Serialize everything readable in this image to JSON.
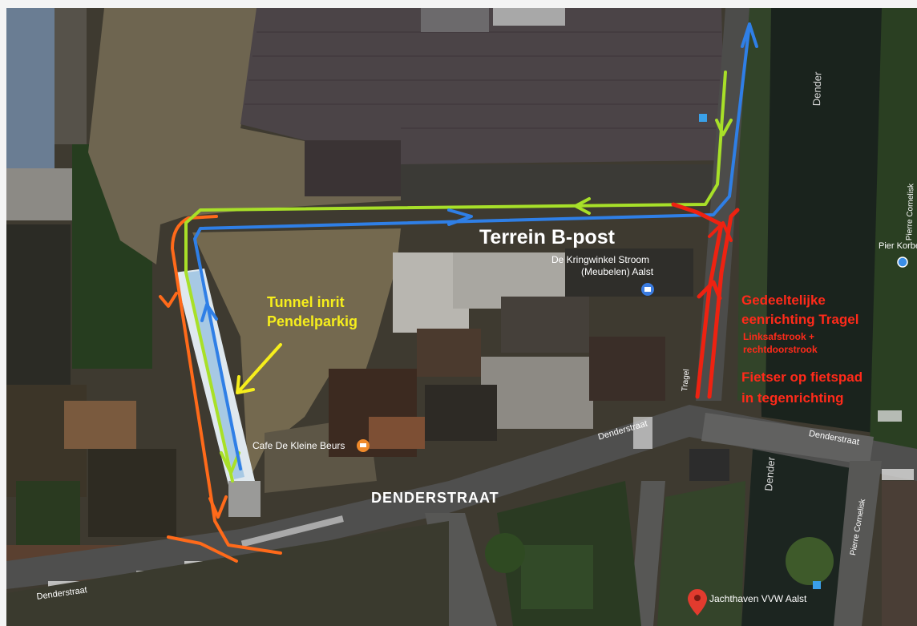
{
  "annotations": {
    "terrain_title": "Terrein B-post",
    "tunnel_line1": "Tunnel inrit",
    "tunnel_line2": "Pendelparkig",
    "oneway_line1": "Gedeeltelijke",
    "oneway_line2": "eenrichting Tragel",
    "lanes_line1": "Linksafstrook +",
    "lanes_line2": "rechtdoorstrook",
    "cyclist_line1": "Fietser op fietspad",
    "cyclist_line2": "in tegenrichting",
    "street_main": "DENDERSTRAAT"
  },
  "map_labels": {
    "kringwinkel_line1": "De Kringwinkel Stroom",
    "kringwinkel_line2": "(Meubelen) Aalst",
    "cafe": "Cafe De Kleine Beurs",
    "jachthaven": "Jachthaven VVW Aalst",
    "dender_top": "Dender",
    "dender_bottom": "Dender",
    "denderstraat_center": "Denderstraat",
    "denderstraat_right": "Denderstraat",
    "denderstraat_left": "Denderstraat",
    "tragel": "Tragel",
    "pier_top": "Pier Korbeel",
    "pier_right": "Pierre Cornelisk",
    "pier_bottom": "Pierre Cornelisk"
  },
  "colors": {
    "route_blue": "#2f7fe6",
    "route_yellowgreen": "#a8e028",
    "route_orange": "#ff6a1a",
    "route_red": "#ee2211",
    "annotation_yellow": "#f6ee1c",
    "annotation_red": "#ff2a1a",
    "water": "#1a231d"
  },
  "icons": [
    "map-pin-icon",
    "cafe-pin-icon",
    "shop-pin-icon",
    "location-dot-icon"
  ]
}
